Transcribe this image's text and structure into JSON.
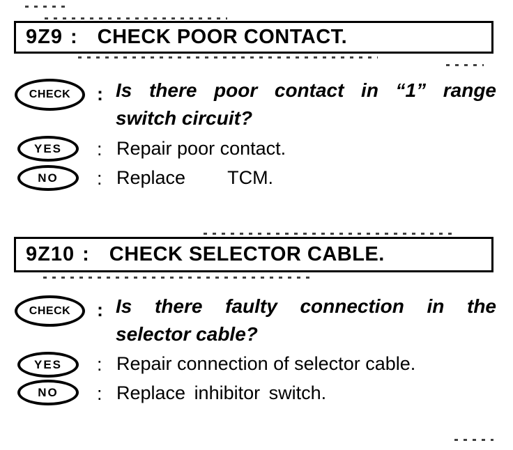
{
  "page": {
    "background": "#ffffff",
    "ink": "#000000"
  },
  "sections": [
    {
      "header": {
        "code": "9Z9",
        "separator": ":",
        "title": "CHECK POOR CONTACT."
      },
      "check": {
        "badge": "CHECK",
        "colon": ":",
        "question_line1": "Is there poor contact in “1” range",
        "question_line2": "switch circuit?"
      },
      "yes": {
        "badge": "YES",
        "colon": ":",
        "text": "Repair poor contact."
      },
      "no": {
        "badge": "NO",
        "colon": ":",
        "text": "Replace        TCM."
      }
    },
    {
      "header": {
        "code": "9Z10",
        "separator": ":",
        "title": "CHECK SELECTOR CABLE."
      },
      "check": {
        "badge": "CHECK",
        "colon": ":",
        "question_line1": "Is there faulty connection in the",
        "question_line2": "selector cable?"
      },
      "yes": {
        "badge": "YES",
        "colon": ":",
        "text": "Repair connection of selector cable."
      },
      "no": {
        "badge": "NO",
        "colon": ":",
        "text": "Replace inhibitor switch."
      }
    }
  ]
}
